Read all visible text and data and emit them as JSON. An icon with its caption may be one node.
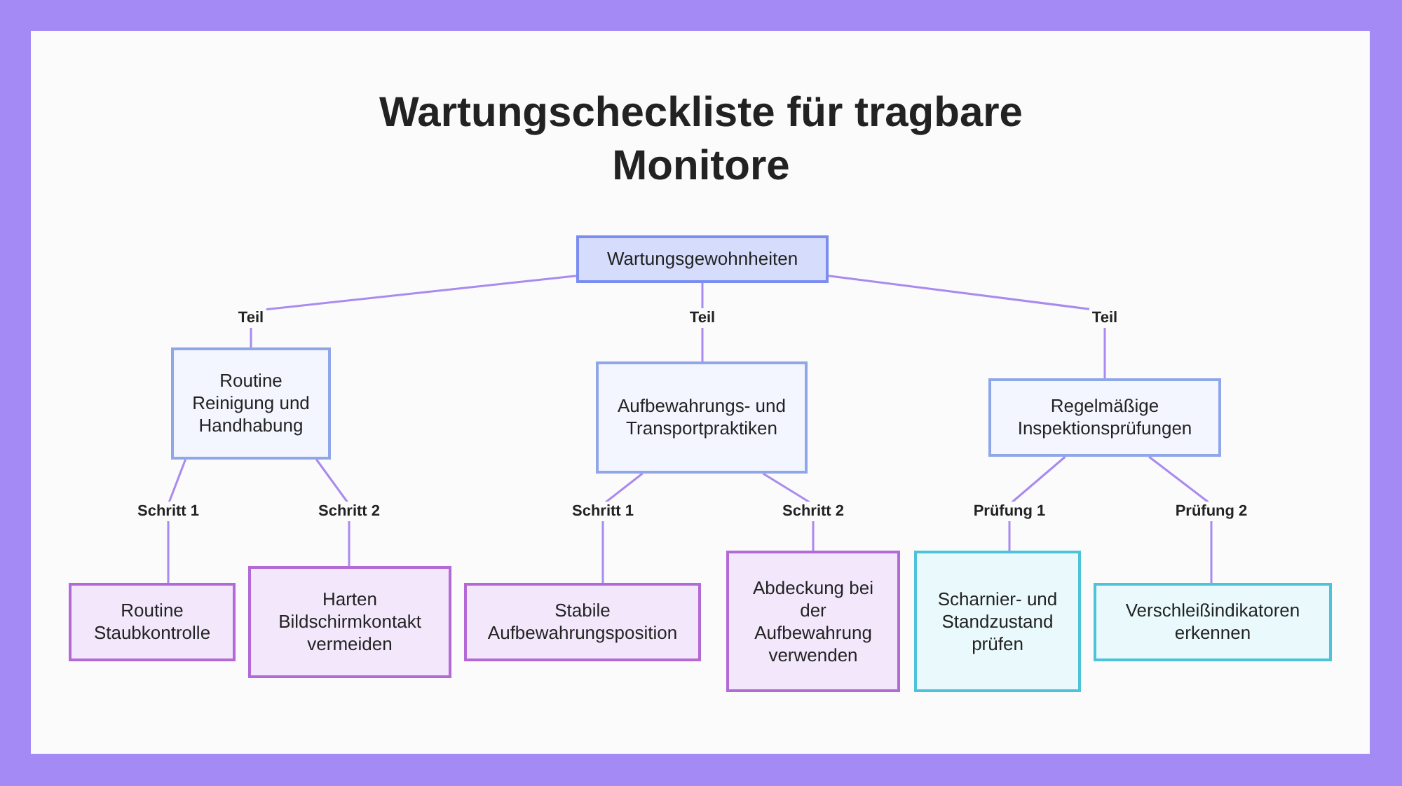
{
  "diagram": {
    "title": "Wartungscheckliste für tragbare Monitore",
    "nodes": [
      {
        "text": [
          "Wartungsgewohnheiten"
        ]
      },
      {
        "text": [
          "Routine Reinigung und Handhabung"
        ]
      },
      {
        "text": [
          "Aufbewahrungs- und Transportpraktiken"
        ]
      },
      {
        "text": [
          "Regelmäßige Inspektionsprüfungen"
        ]
      },
      {
        "text": [
          "Routine Staubkontrolle"
        ]
      },
      {
        "text": [
          "Harten Bildschirmkontakt vermeiden"
        ]
      },
      {
        "text": [
          "Stabile Aufbewahrungsposition"
        ]
      },
      {
        "text": [
          "Abdeckung bei der Aufbewahrung verwenden"
        ]
      },
      {
        "text": [
          "Scharnier- und Standzustand prüfen"
        ]
      },
      {
        "text": [
          "Verschleißindikatoren erkennen"
        ]
      }
    ],
    "edges": [
      {
        "from": 0,
        "to": 1,
        "arrow": "none",
        "label": "Teil"
      },
      {
        "from": 0,
        "to": 2,
        "arrow": "none",
        "label": "Teil"
      },
      {
        "from": 0,
        "to": 3,
        "arrow": "none",
        "label": "Teil"
      },
      {
        "from": 1,
        "to": 4,
        "arrow": "none",
        "label": "Schritt 1"
      },
      {
        "from": 1,
        "to": 5,
        "arrow": "none",
        "label": "Schritt 2"
      },
      {
        "from": 2,
        "to": 6,
        "arrow": "none",
        "label": "Schritt 1"
      },
      {
        "from": 2,
        "to": 7,
        "arrow": "none",
        "label": "Schritt 2"
      },
      {
        "from": 3,
        "to": 8,
        "arrow": "none",
        "label": "Prüfung 1"
      },
      {
        "from": 3,
        "to": 9,
        "arrow": "none",
        "label": "Prüfung 2"
      }
    ]
  }
}
